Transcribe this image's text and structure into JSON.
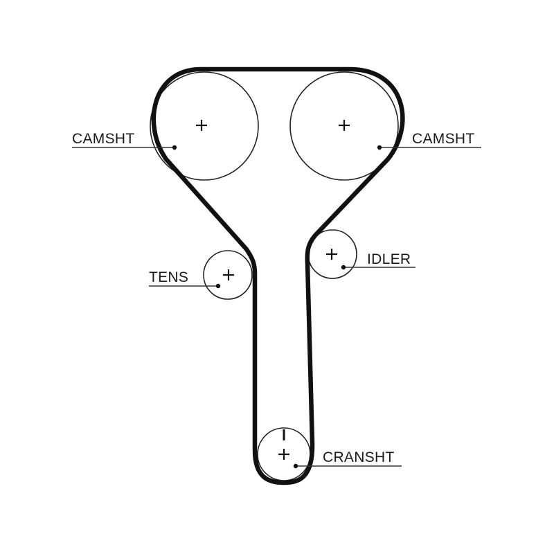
{
  "labels": {
    "camshaft_left": "CAMSHT",
    "camshaft_right": "CAMSHT",
    "tensioner": "TENS",
    "idler": "IDLER",
    "crankshaft": "CRANSHT"
  },
  "colors": {
    "belt": "#111111",
    "line": "#222222",
    "background": "#ffffff"
  }
}
